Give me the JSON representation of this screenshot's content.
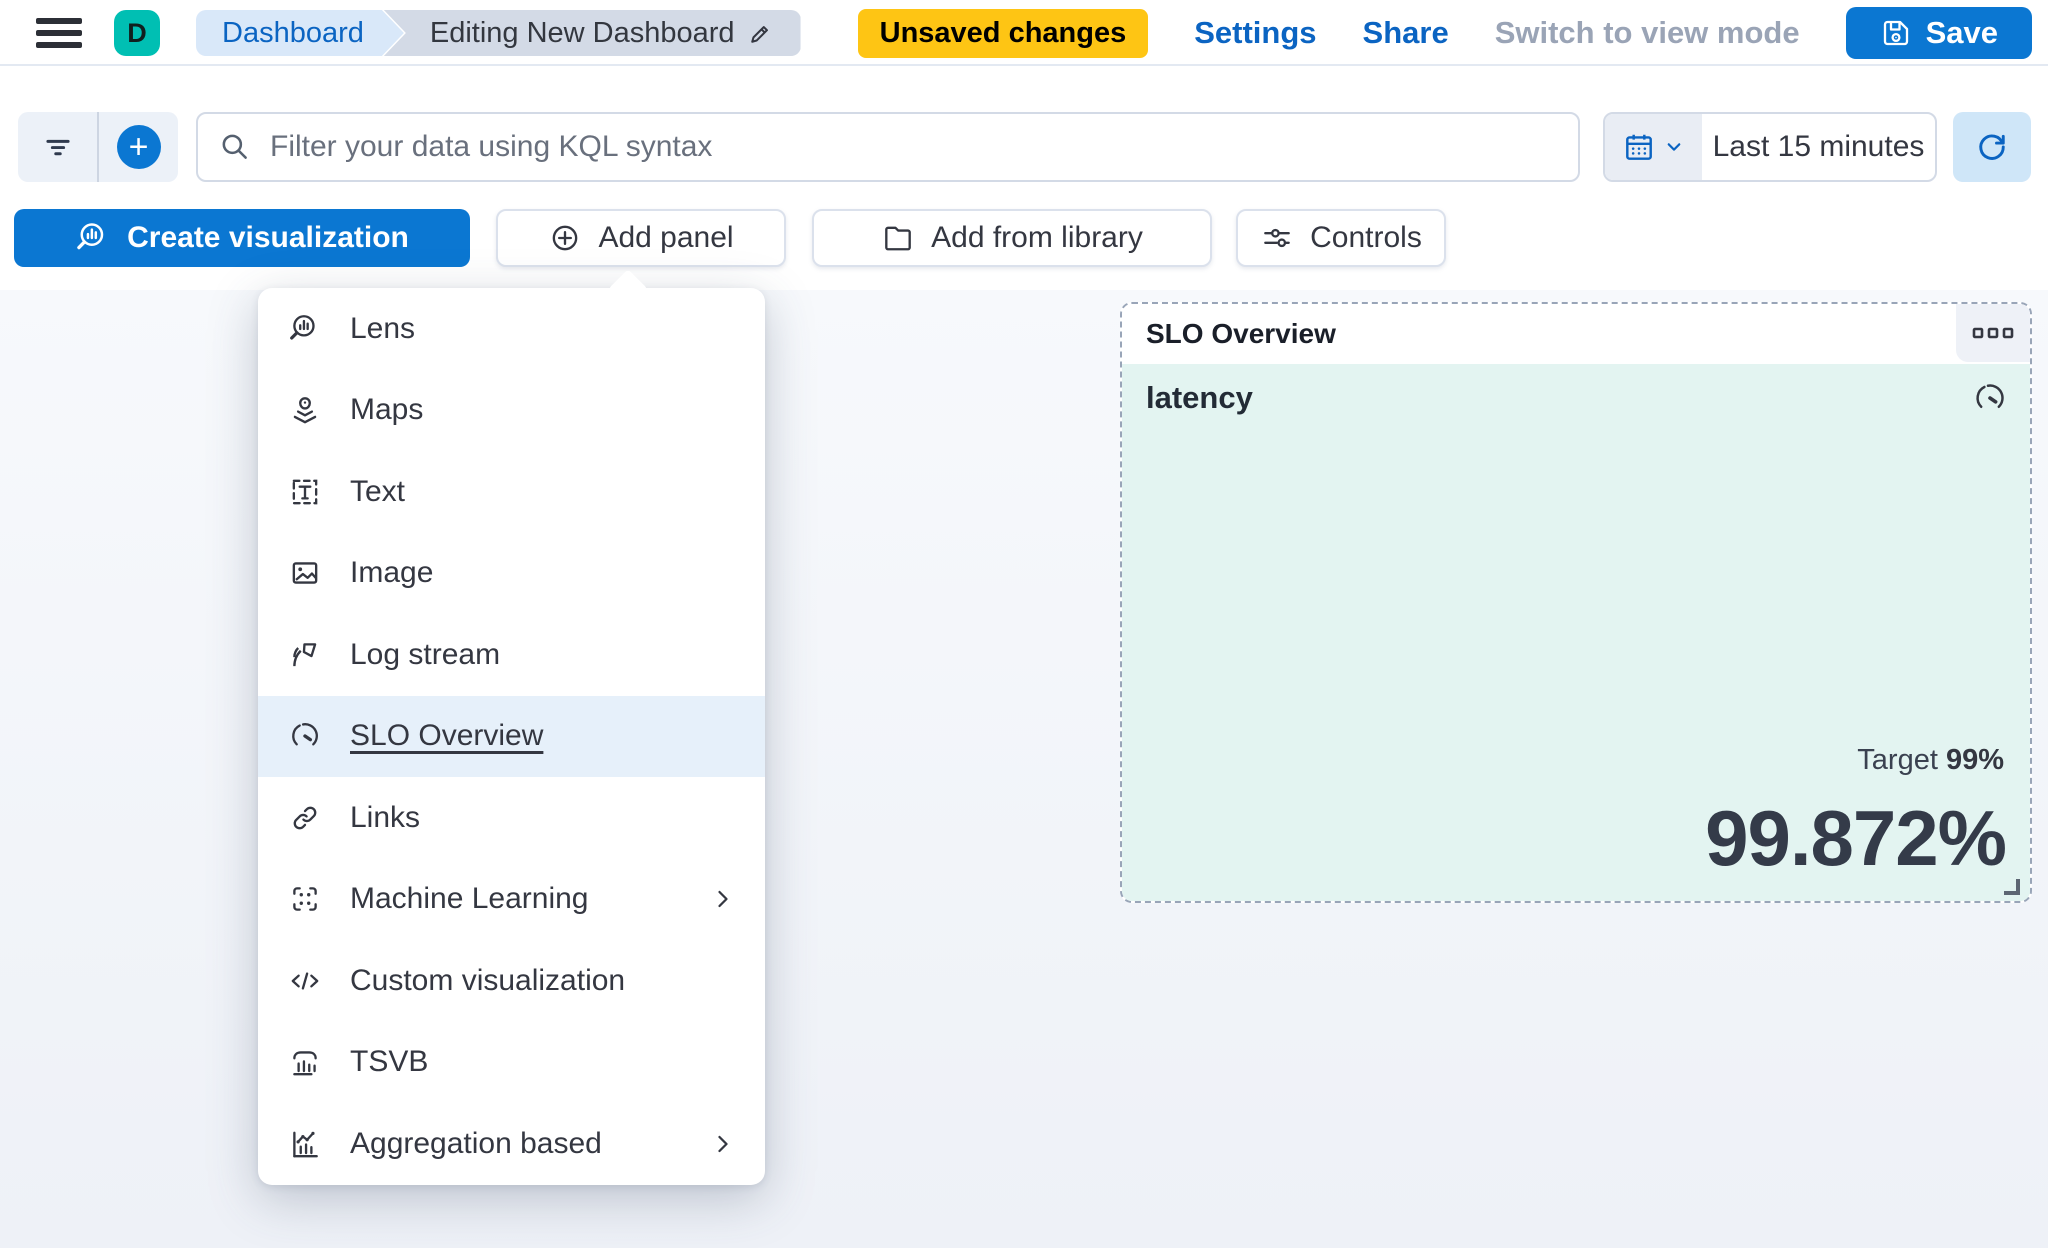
{
  "header": {
    "logo_letter": "D",
    "breadcrumbs": [
      {
        "label": "Dashboard"
      },
      {
        "label": "Editing New Dashboard"
      }
    ],
    "unsaved_badge": "Unsaved changes",
    "settings_label": "Settings",
    "share_label": "Share",
    "view_mode_label": "Switch to view mode",
    "save_label": "Save"
  },
  "toolbar": {
    "search_placeholder": "Filter your data using KQL syntax",
    "time_range": "Last 15 minutes"
  },
  "actions": {
    "create_visualization": "Create visualization",
    "add_panel": "Add panel",
    "add_from_library": "Add from library",
    "controls": "Controls"
  },
  "add_panel_menu": {
    "items": [
      {
        "label": "Lens",
        "icon": "lens-icon"
      },
      {
        "label": "Maps",
        "icon": "maps-icon"
      },
      {
        "label": "Text",
        "icon": "text-icon"
      },
      {
        "label": "Image",
        "icon": "image-icon"
      },
      {
        "label": "Log stream",
        "icon": "log-stream-icon"
      },
      {
        "label": "SLO Overview",
        "icon": "gauge-icon",
        "selected": true
      },
      {
        "label": "Links",
        "icon": "link-icon"
      },
      {
        "label": "Machine Learning",
        "icon": "machine-learning-icon",
        "has_submenu": true
      },
      {
        "label": "Custom visualization",
        "icon": "code-icon"
      },
      {
        "label": "TSVB",
        "icon": "tsvb-icon"
      },
      {
        "label": "Aggregation based",
        "icon": "aggregation-icon",
        "has_submenu": true
      }
    ]
  },
  "slo_panel": {
    "title": "SLO Overview",
    "metric_name": "latency",
    "target_label": "Target",
    "target_value": "99%",
    "value": "99.872%"
  },
  "colors": {
    "primary_blue": "#0b77d2",
    "link_blue": "#0b64c2",
    "badge_yellow": "#FEC514",
    "brand_teal": "#00BFB3",
    "panel_mint": "#e3f4f1",
    "menu_highlight": "#e6f0fa",
    "text": "#343741",
    "subdued": "#69707d"
  }
}
